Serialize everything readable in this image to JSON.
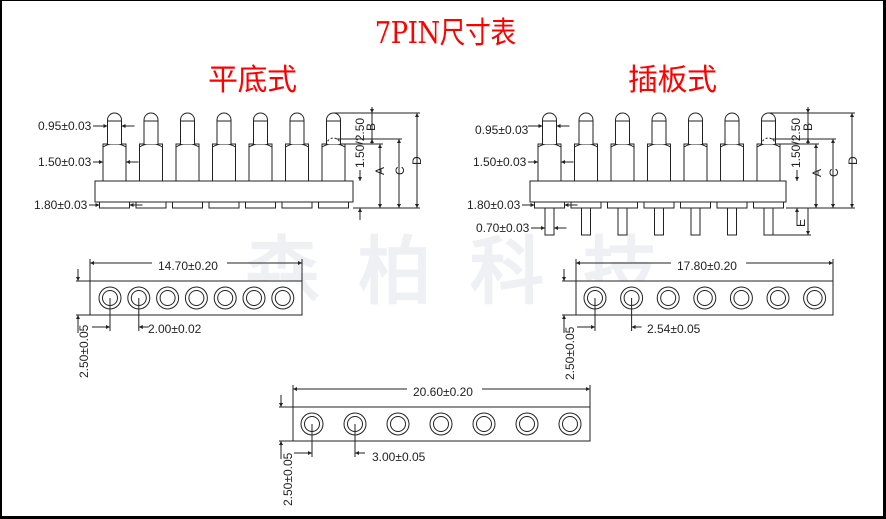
{
  "title": "7PIN尺寸表",
  "watermark": [
    "森",
    "柏",
    "科",
    "技"
  ],
  "left_view": {
    "title": "平底式",
    "pin_count": 7,
    "labels": {
      "tip_diameter": "0.95±0.03",
      "barrel_diameter": "1.50±0.03",
      "base_diameter": "1.80±0.03",
      "stroke": "1.50/2.50",
      "dim_a": "A",
      "dim_b": "B",
      "dim_c": "C",
      "dim_d": "D"
    }
  },
  "right_view": {
    "title": "插板式",
    "pin_count": 7,
    "labels": {
      "tip_diameter": "0.95±0.03",
      "barrel_diameter": "1.50±0.03",
      "base_diameter": "1.80±0.03",
      "tail_diameter": "0.70±0.03",
      "stroke": "1.50/2.50",
      "dim_a": "A",
      "dim_b": "B",
      "dim_c": "C",
      "dim_d": "D",
      "dim_e": "E"
    }
  },
  "bottom_views": [
    {
      "length": "14.70±0.20",
      "pitch": "2.00±0.02",
      "width": "2.50±0.05",
      "holes": 7
    },
    {
      "length": "17.80±0.20",
      "pitch": "2.54±0.05",
      "width": "2.50±0.05",
      "holes": 7
    },
    {
      "length": "20.60±0.20",
      "pitch": "3.00±0.05",
      "width": "2.50±0.05",
      "holes": 7
    }
  ]
}
